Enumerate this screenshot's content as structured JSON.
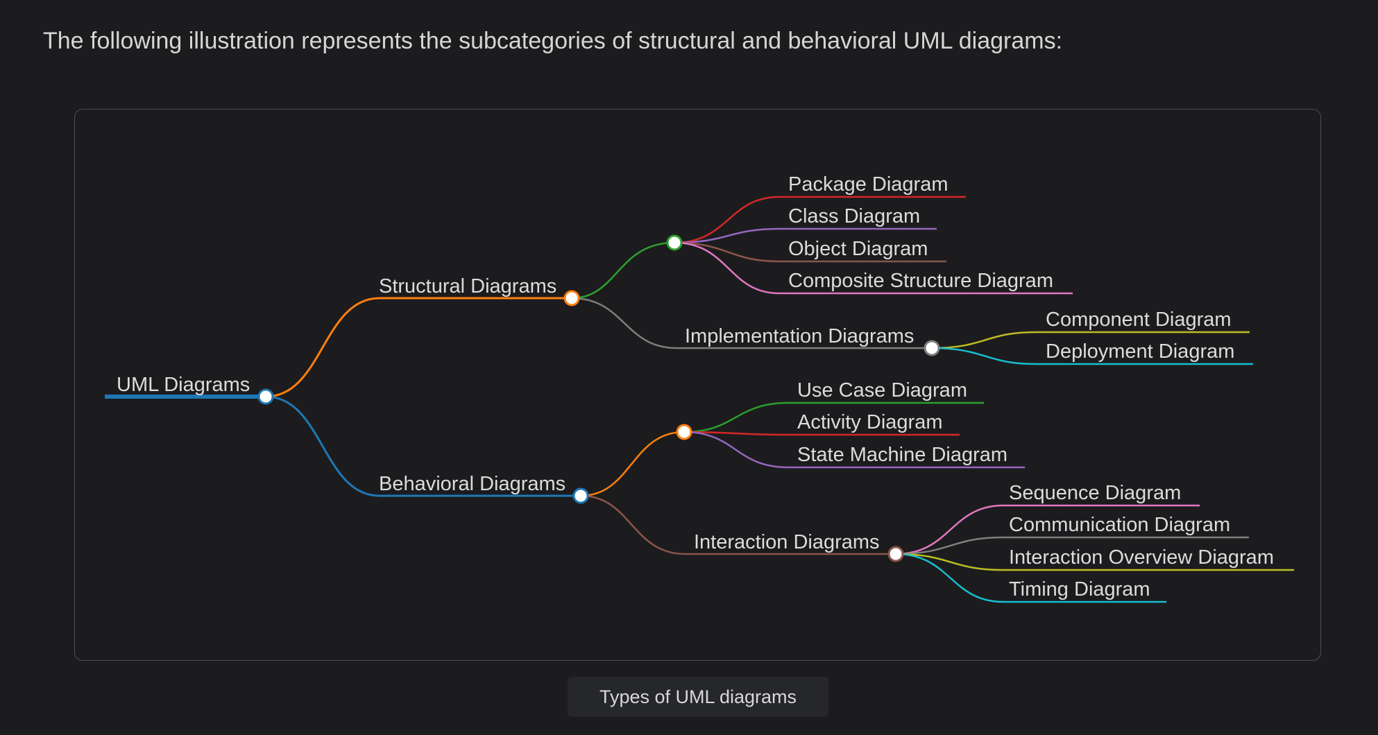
{
  "intro_text": "The following illustration represents the subcategories of structural and behavioral UML diagrams:",
  "caption": "Types of UML diagrams",
  "mindmap": {
    "root": {
      "label": "UML Diagrams",
      "color": "#1f77b4"
    },
    "branches": [
      {
        "label": "Structural Diagrams",
        "color": "#ff7f0e",
        "children": [
          {
            "label": "",
            "color": "#2ca02c",
            "children": [
              {
                "label": "Package Diagram",
                "color": "#d62728"
              },
              {
                "label": "Class Diagram",
                "color": "#9467bd"
              },
              {
                "label": "Object Diagram",
                "color": "#8c564b"
              },
              {
                "label": "Composite Structure Diagram",
                "color": "#e377c2"
              }
            ]
          },
          {
            "label": "Implementation Diagrams",
            "color": "#7f7f7f",
            "children": [
              {
                "label": "Component Diagram",
                "color": "#bcbd22"
              },
              {
                "label": "Deployment Diagram",
                "color": "#17becf"
              }
            ]
          }
        ]
      },
      {
        "label": "Behavioral Diagrams",
        "color": "#1f77b4",
        "children": [
          {
            "label": "",
            "color": "#ff7f0e",
            "children": [
              {
                "label": "Use Case Diagram",
                "color": "#2ca02c"
              },
              {
                "label": "Activity Diagram",
                "color": "#d62728"
              },
              {
                "label": "State Machine Diagram",
                "color": "#9467bd"
              }
            ]
          },
          {
            "label": "Interaction Diagrams",
            "color": "#8c564b",
            "children": [
              {
                "label": "Sequence Diagram",
                "color": "#e377c2"
              },
              {
                "label": "Communication Diagram",
                "color": "#7f7f7f"
              },
              {
                "label": "Interaction Overview Diagram",
                "color": "#bcbd22"
              },
              {
                "label": "Timing Diagram",
                "color": "#17becf"
              }
            ]
          }
        ]
      }
    ]
  }
}
